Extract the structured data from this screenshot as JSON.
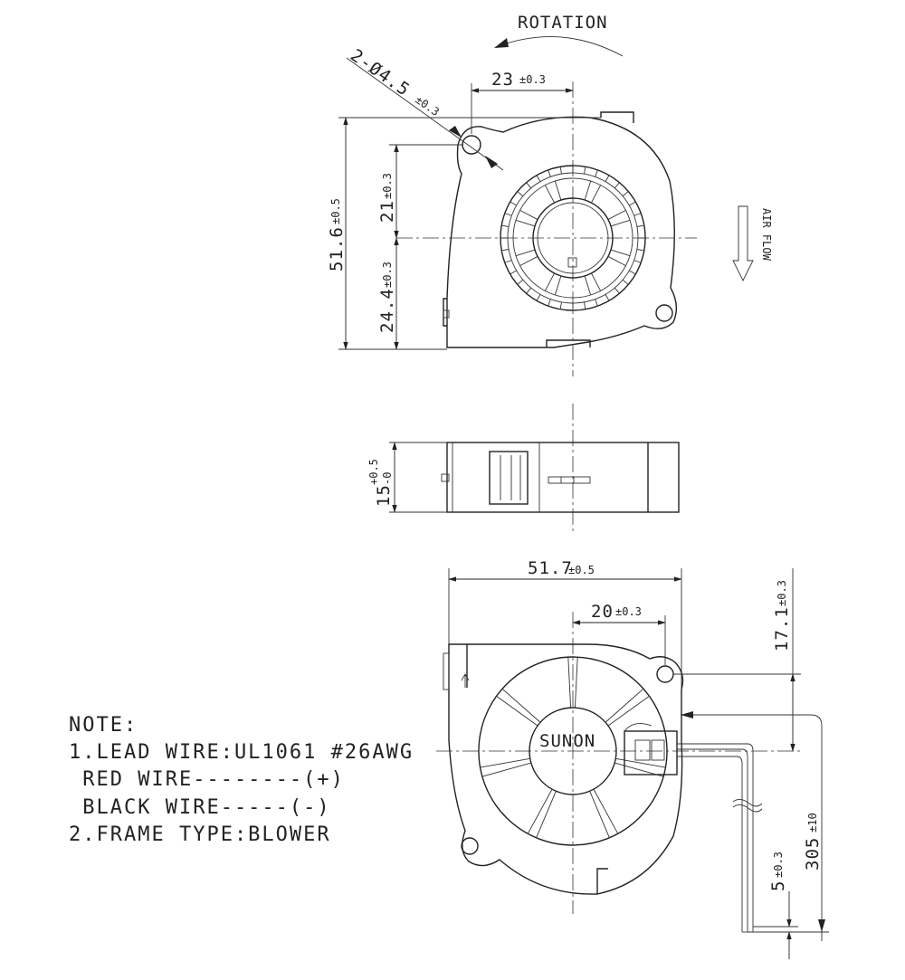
{
  "top_view": {
    "rotation_label": "ROTATION",
    "hole_label_main": "2-Ø4.5",
    "hole_label_tol": "±0.3",
    "dim_23_main": "23",
    "dim_23_tol": "±0.3",
    "dim_516_main": "51.6",
    "dim_516_tol": "±0.5",
    "dim_21_main": "21",
    "dim_21_tol": "±0.3",
    "dim_244_main": "24.4",
    "dim_244_tol": "±0.3",
    "airflow_label": "AIR FLOW"
  },
  "side_view": {
    "dim_15_main": "15",
    "dim_15_tol_plus": "+0.5",
    "dim_15_tol_minus": "-0"
  },
  "bottom_view": {
    "dim_517_main": "51.7",
    "dim_517_tol": "±0.5",
    "dim_20_main": "20",
    "dim_20_tol": "±0.3",
    "dim_171_main": "17.1",
    "dim_171_tol": "±0.3",
    "dim_5_main": "5",
    "dim_5_tol": "±0.3",
    "dim_305_main": "305",
    "dim_305_tol": "±10",
    "brand": "SUNON"
  },
  "notes": {
    "title": "NOTE:",
    "line1": "1.LEAD WIRE:UL1061 #26AWG",
    "line2": " RED WIRE--------(+)",
    "line3": " BLACK WIRE-----(-)",
    "line4": "2.FRAME TYPE:BLOWER"
  }
}
